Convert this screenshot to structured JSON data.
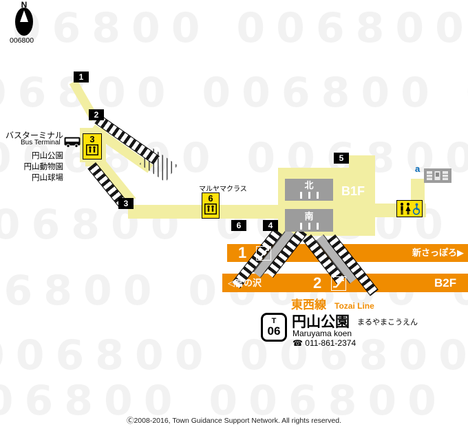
{
  "compass": {
    "label": "N",
    "map_id": "006800"
  },
  "watermark": {
    "row": "006800 006800 006800 006800"
  },
  "exits": {
    "e1": "1",
    "e2": "2",
    "e3": "3",
    "e4": "4",
    "e5": "5",
    "e6": "6"
  },
  "facilities": {
    "elevator_left_number": "3",
    "elevator_class_number": "6",
    "maruyama_class_label": "マルヤマクラス",
    "locker_area_label": "a"
  },
  "left_area": {
    "bus_terminal_jp": "バスターミナル",
    "bus_terminal_en": "Bus Terminal",
    "poi": [
      "円山公園",
      "円山動物園",
      "円山球場"
    ]
  },
  "concourse": {
    "gate_north": "北",
    "gate_south": "南",
    "floor_label": "B1F"
  },
  "platforms": {
    "p1_number": "1",
    "p1_direction": "新さっぽろ▶",
    "p2_number": "2",
    "p2_direction": "◁宮の沢",
    "floor_label": "B2F"
  },
  "line": {
    "name_jp": "東西線",
    "name_en": "Tozai Line"
  },
  "station": {
    "line_letter": "T",
    "number": "06",
    "name_jp": "円山公園",
    "name_kana": "まるやまこうえん",
    "name_en": "Maruyama koen",
    "phone": "☎ 011-861-2374"
  },
  "footer": {
    "copyright": "Ⓒ2008-2016, Town Guidance Support Network. All rights reserved."
  },
  "colors": {
    "line_orange": "#F08C00",
    "path_yellow": "#F2EEA2",
    "facility_yellow": "#FFE10A",
    "gate_gray": "#9C9C9C",
    "accent_blue": "#0068B7"
  }
}
